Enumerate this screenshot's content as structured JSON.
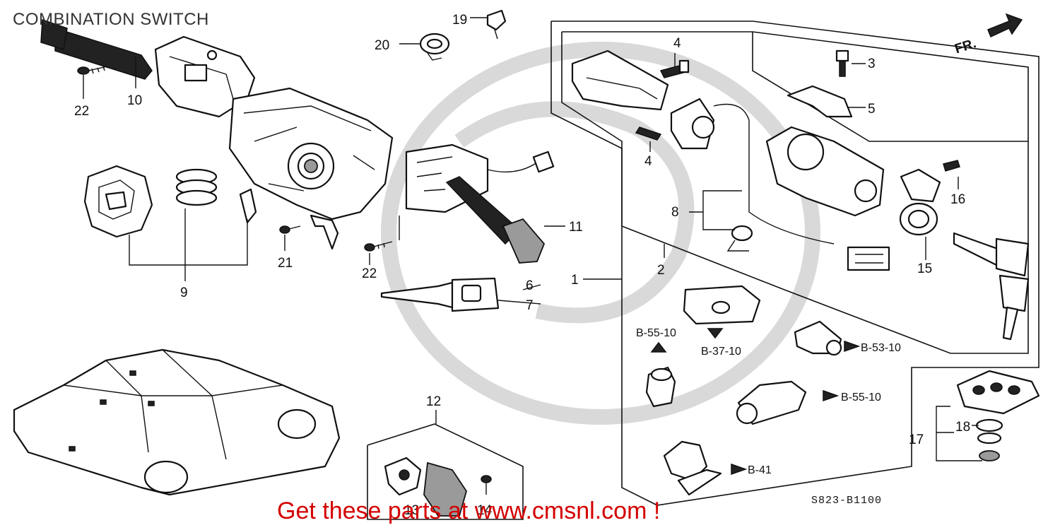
{
  "title": "COMBINATION SWITCH",
  "diagram_code": "S823-B1100",
  "footer": "Get these parts at www.cmsnl.com !",
  "direction_label": "FR.",
  "part_numbers": {
    "p1": "1",
    "p2": "2",
    "p3": "3",
    "p4a": "4",
    "p4b": "4",
    "p5": "5",
    "p6": "6",
    "p7": "7",
    "p8": "8",
    "p9": "9",
    "p10": "10",
    "p11": "11",
    "p12": "12",
    "p13": "13",
    "p14": "14",
    "p15": "15",
    "p16": "16",
    "p17": "17",
    "p18": "18",
    "p19": "19",
    "p20": "20",
    "p21": "21",
    "p22a": "22",
    "p22b": "22"
  },
  "references": {
    "b55_10_left": "B-55-10",
    "b37_10": "B-37-10",
    "b53_10": "B-53-10",
    "b55_10_right": "B-55-10",
    "b41": "B-41"
  }
}
